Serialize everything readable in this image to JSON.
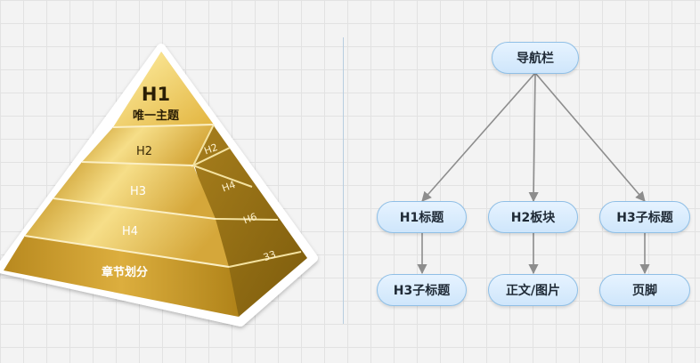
{
  "pyramid": {
    "apex_title": "H1",
    "apex_subtitle": "唯一主题",
    "left_levels": [
      "H2",
      "H3",
      "H4",
      "章节划分"
    ],
    "right_levels": [
      "H2",
      "H4",
      "H6",
      "33"
    ]
  },
  "tree": {
    "root": "导航栏",
    "level2": [
      "H1标题",
      "H2板块",
      "H3子标题"
    ],
    "level3": [
      "H3子标题",
      "正文/图片",
      "页脚"
    ]
  },
  "colors": {
    "pyramid_light": "#f3d77c",
    "pyramid_mid": "#d9ae3c",
    "pyramid_dark": "#9c7414",
    "node_fill": "#d8ebfb",
    "node_border": "#8fbfe6",
    "arrow": "#8d8d8d"
  }
}
